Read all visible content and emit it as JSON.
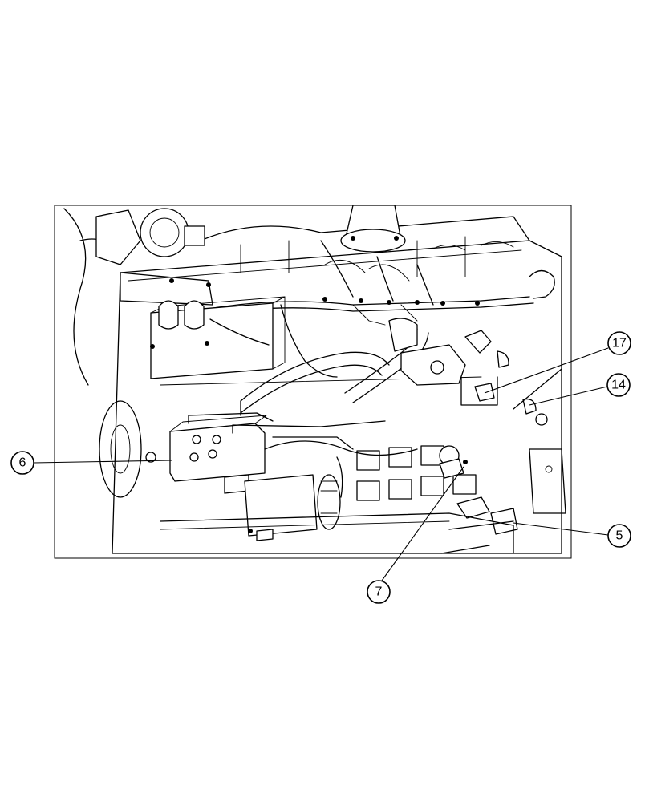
{
  "diagram": {
    "callouts": [
      {
        "id": "c17",
        "label": "17"
      },
      {
        "id": "c14",
        "label": "14"
      },
      {
        "id": "c6",
        "label": "6"
      },
      {
        "id": "c5",
        "label": "5"
      },
      {
        "id": "c7",
        "label": "7"
      }
    ],
    "colors": {
      "line": "#000000",
      "background": "#ffffff"
    }
  }
}
